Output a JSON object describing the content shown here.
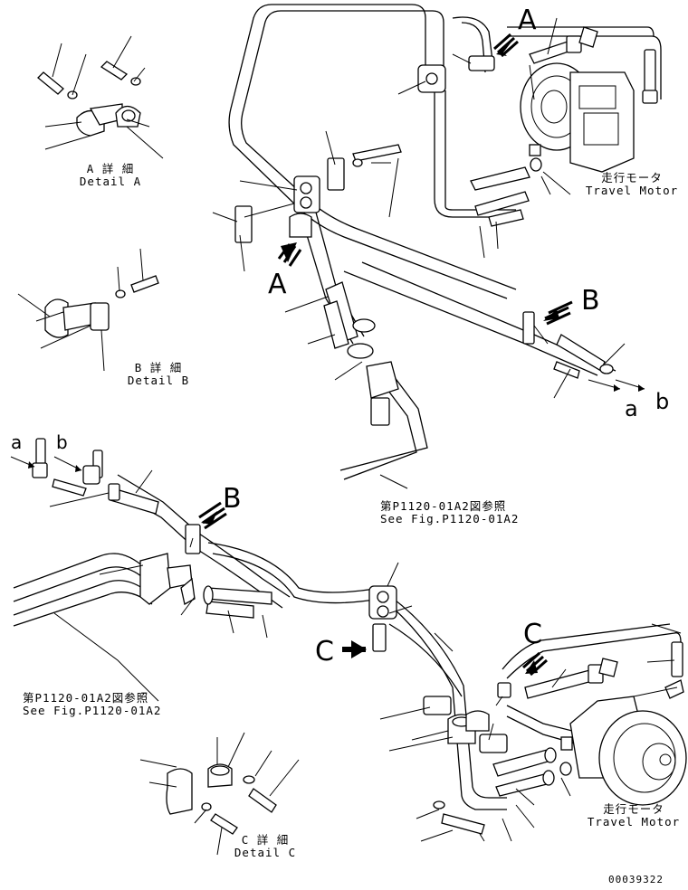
{
  "labels": {
    "view_a": "A",
    "view_b": "B",
    "view_c": "C",
    "port_a": "a",
    "port_b": "b",
    "detail_a_jp": "A 詳 細",
    "detail_a_en": "Detail A",
    "detail_b_jp": "B 詳 細",
    "detail_b_en": "Detail B",
    "detail_c_jp": "C 詳 細",
    "detail_c_en": "Detail C",
    "motor_jp": "走行モータ",
    "motor_en": "Travel Motor",
    "ref_jp": "第P1120-01A2図参照",
    "ref_en": "See Fig.P1120-01A2",
    "drawing_no": "00039322"
  }
}
